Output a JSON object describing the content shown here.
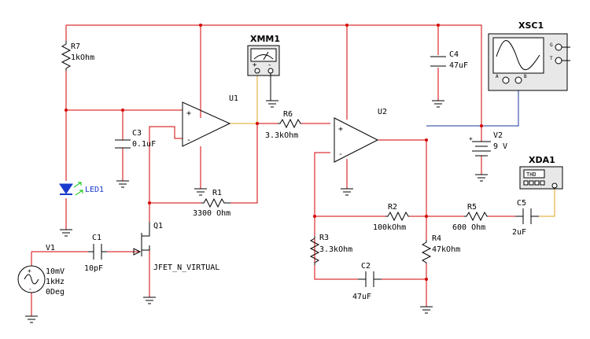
{
  "schematic": {
    "r7": {
      "ref": "R7",
      "value": "1kOhm"
    },
    "led1": {
      "ref": "LED1"
    },
    "c3": {
      "ref": "C3",
      "value": "0.1uF"
    },
    "u1": {
      "ref": "U1"
    },
    "xmm1": {
      "ref": "XMM1",
      "plus": "+",
      "minus": "-"
    },
    "r6": {
      "ref": "R6",
      "value": "3.3kOhm"
    },
    "u2": {
      "ref": "U2"
    },
    "r1": {
      "ref": "R1",
      "value": "3300 Ohm"
    },
    "c4": {
      "ref": "C4",
      "value": "47uF"
    },
    "xsc1": {
      "ref": "XSC1",
      "g": "G",
      "t": "T",
      "a": "A",
      "b": "B"
    },
    "v2": {
      "ref": "V2",
      "value": "9 V"
    },
    "xda1": {
      "ref": "XDA1",
      "label": "THD"
    },
    "q1": {
      "ref": "Q1",
      "model": "JFET_N_VIRTUAL"
    },
    "c1": {
      "ref": "C1",
      "value": "10pF"
    },
    "v1": {
      "ref": "V1",
      "line1": "10mV",
      "line2": "1kHz",
      "line3": "0Deg"
    },
    "r2": {
      "ref": "R2",
      "value": "100kOhm"
    },
    "r5": {
      "ref": "R5",
      "value": "600 Ohm"
    },
    "c5": {
      "ref": "C5",
      "value": "2uF"
    },
    "r3": {
      "ref": "R3",
      "value": "3.3kOhm"
    },
    "r4": {
      "ref": "R4",
      "value": "47kOhm"
    },
    "c2": {
      "ref": "C2",
      "value": "47uF"
    },
    "opamp_plus": "+",
    "opamp_minus": "-",
    "v2_plus": "+",
    "v1_plus": "+",
    "v1_minus": "-"
  },
  "colors": {
    "wire": "#d40000",
    "probe_wire": "#e0a020",
    "scope_wire": "#1a3a9c",
    "led": "#1a3acc"
  }
}
